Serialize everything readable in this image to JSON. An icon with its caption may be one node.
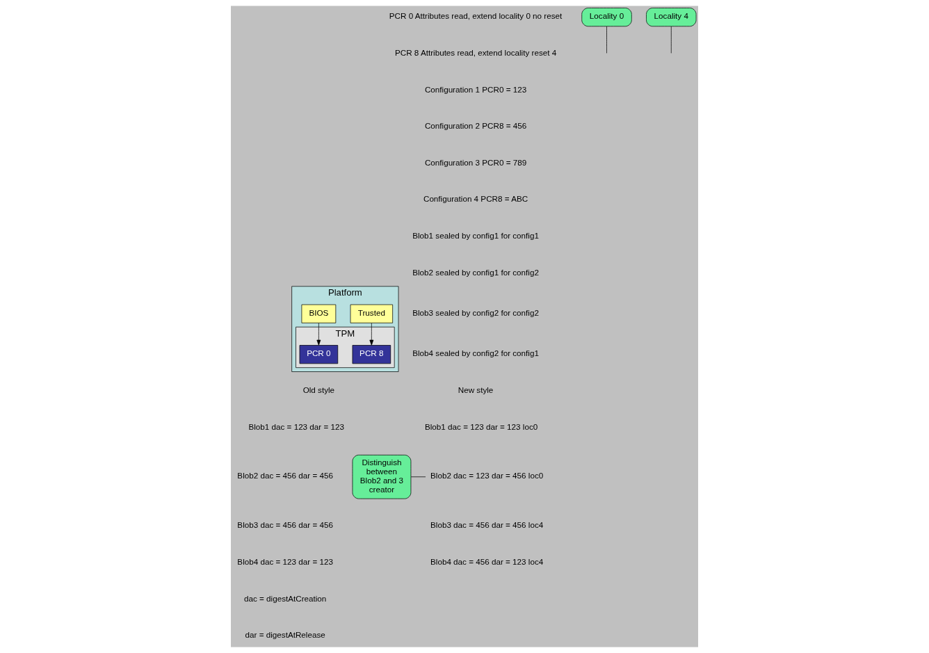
{
  "diagram": {
    "nodes": [
      {
        "text": [
          "Platform"
        ]
      },
      {
        "text": [
          "BIOS"
        ],
        "in": 0
      },
      {
        "text": [
          "Trusted"
        ],
        "in": 0
      },
      {
        "text": [
          "TPM"
        ],
        "in": 0
      },
      {
        "text": [
          "PCR 0"
        ],
        "in": 3
      },
      {
        "text": [
          "PCR 8"
        ],
        "in": 3
      },
      {
        "text": [
          "Locality 0"
        ]
      },
      {
        "text": [
          "Locality 4"
        ]
      },
      {
        "text": [
          "Distinguish between Blob2 and 3 creator"
        ]
      },
      {
        "text": [
          "Blob2 dac = 123 dar = 456 loc0"
        ]
      }
    ],
    "edges": [
      {
        "from": 1,
        "to": 4,
        "arrow": "to"
      },
      {
        "from": 2,
        "to": 5,
        "arrow": "to"
      },
      {
        "from": 6,
        "to": null,
        "arrow": "none"
      },
      {
        "from": 7,
        "to": null,
        "arrow": "none"
      },
      {
        "from": 8,
        "to": 9,
        "arrow": "none"
      }
    ],
    "labels": [
      "PCR 0 Attributes read, extend locality 0 no reset",
      "PCR 8 Attributes read, extend locality reset 4",
      "Configuration 1 PCR0 = 123",
      "Configuration 2 PCR8 = 456",
      "Configuration 3 PCR0 = 789",
      "Configuration 4 PCR8 = ABC",
      "Blob1 sealed by config1 for config1",
      "Blob2 sealed by config1 for config2",
      "Blob3 sealed by config2 for config2",
      "Blob4 sealed by config2 for config1",
      "Old style",
      "Blob1 dac = 123 dar = 123",
      "Blob2 dac = 456 dar = 456",
      "Blob3 dac = 456 dar = 456",
      "Blob4 dac = 123 dar = 123",
      "New style",
      "Blob1 dac = 123 dar = 123 loc0",
      "Blob3 dac = 456 dar = 456 loc4",
      "Blob4 dac = 456 dar = 123 loc4",
      "dac = digestAtCreation",
      "dar = digestAtRelease"
    ]
  }
}
